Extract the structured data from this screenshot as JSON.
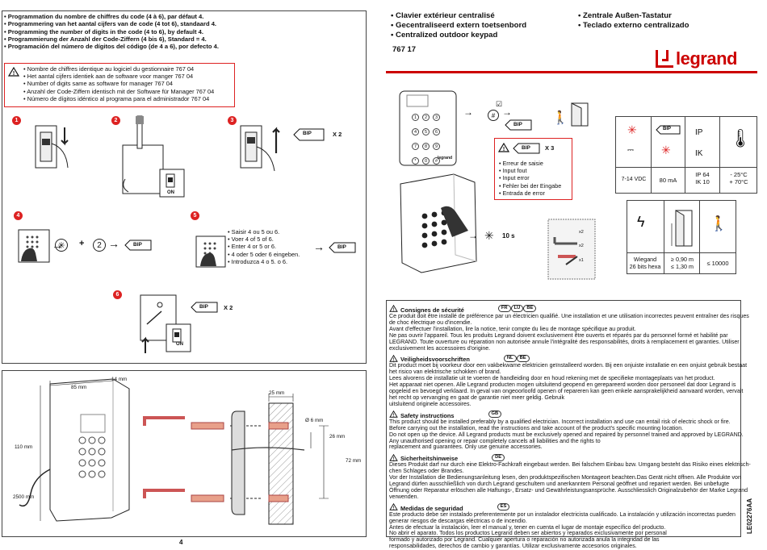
{
  "left": {
    "header_lines": [
      "• Programmation du nombre de chiffres du code (4 à 6), par défaut 4.",
      "• Programmering van het aantal cijfers van de code (4 tot 6), standaard 4.",
      "• Programming the number of digits in the code (4 to 6), by default 4.",
      "• Programmierung der Anzahl der Code-Ziffern (4 bis 6), Standard = 4.",
      "• Programación del número de dígitos del código  (de 4 a 6), por defecto 4."
    ],
    "warning_lines": [
      "• Nombre de chiffres identique au logiciel du gestionnaire 767 04",
      "• Het aantal cijfers identiek aan de software voor manger 767 04",
      "• Number of digits same as software for manager 767 04",
      "• Anzahl der Code-Ziffern identisch mit der Software für Manager 767 04",
      "• Número de dígitos idéntico al programa para el administrador 767 04"
    ],
    "steps": [
      "1",
      "2",
      "3",
      "4",
      "5",
      "6"
    ],
    "bip": "BIP",
    "x2": "X 2",
    "plus": "+",
    "two": "2",
    "on": "ON",
    "step5_lines": [
      "• Saisir 4 ou 5 ou 6.",
      "• Voer 4 of 5 of 6.",
      "• Enter 4 or 5 or 6.",
      "• 4 oder 5 oder  6 eingeben.",
      "• Introduzca 4 o 5. o 6."
    ],
    "dims": {
      "width": "85 mm",
      "depth": "14 mm",
      "height": "110 mm",
      "cable": "2500 mm",
      "wall": "25 mm",
      "hole": "Ø 6 mm",
      "h26": "26 mm",
      "h72": "72 mm"
    },
    "page_number": "4"
  },
  "right": {
    "titles_col1": [
      "• Clavier extérieur centralisé",
      "• Gecentraliseerd extern toetsenbord",
      "• Centralized outdoor keypad"
    ],
    "titles_col2": [
      "• Zentrale Außen-Tastatur",
      "• Teclado externo centralizado"
    ],
    "ref": "767 17",
    "logo": "legrand",
    "keypad_keys": [
      "1",
      "2",
      "3",
      "4",
      "5",
      "6",
      "7",
      "8",
      "9",
      "*",
      "0",
      "#"
    ],
    "error_x3": "X 3",
    "error_lines": [
      "• Erreur de saisie",
      "• Input fout",
      "• Input error",
      "• Fehler bei der Eingabe",
      "• Entrada de error"
    ],
    "ten_s": "10 s",
    "bag": [
      "x2",
      "x2",
      "x1"
    ],
    "specs": {
      "ip": "IP",
      "ik": "IK",
      "voltage": "7-14  VDC",
      "current": "80 mA",
      "ip_ik_values": "IP 64\nIK 10",
      "temp": "- 25°C\n+ 70°C",
      "wiegand": "Wiegand\n26 bits hexa",
      "distance": "≥ 0,90 m\n≤ 1,30 m",
      "cycles": "≤ 10000"
    },
    "safety": [
      {
        "title": "Consignes de sécurité",
        "langs": [
          "FR",
          "LU",
          "BE"
        ],
        "lines": [
          "Ce produit doit être installé de préférence par un électricien qualifié. Une installation et une utilisation incorrectes peuvent entraîner des risques",
          "de choc électrique ou d'incendie.",
          "Avant d'effectuer l'installation, lire la notice, tenir compte du lieu de montage spécifique au produit.",
          "Ne pas ouvrir l'appareil. Tous les produits Legrand doivent exclusivement être ouverts et réparés par du personnel formé et habilité par",
          "LEGRAND. Toute ouverture ou réparation non autorisée annule l'intégralité des responsabilités, droits à remplacement et garanties. Utiliser",
          "exclusivement les accessoires d'origine."
        ]
      },
      {
        "title": "Veiligheidsvoorschriften",
        "langs": [
          "NL",
          "BE"
        ],
        "lines": [
          "Dit product moet bij voorkeur door een vakbekwame elektricien geïnstalleerd worden. Bij een onjuiste installatie en een onjuist gebruik bestaat",
          "het risico van elektrische schokken of brand.",
          "Lees alvorens de installatie uit te voeren de handleiding door en houd rekening met de specifieke montageplaats van het product.",
          "Het apparaat niet openen. Alle Legrand producten mogen uitsluitend geopend en gerepareerd worden door personeel dat door Legrand is",
          "opgeleid en bevoegd verklaard. In geval van ongeoorloofd openen of repareren kan geen enkele aansprakelijkheid aanvaard worden, vervalt",
          "het recht op vervanging en gaat de garantie niet meer geldig. Gebruik",
          "uitsluitend originele accessoires."
        ]
      },
      {
        "title": "Safety instructions",
        "langs": [
          "GB"
        ],
        "lines": [
          "This product should be installed preferably by a qualified electrician. Incorrect installation and use can entail risk of electric shock or fire.",
          "Before carrying out the installation, read the instructions and take account of the product's specific mounting location.",
          "Do not open up the device. All Legrand products must be exclusively opened and repaired by personnel trained and approved by LEGRAND.",
          "Any unauthorised opening or repair completely cancels all liabilities and the rights to",
          "replacement and guarantees. Only use genuine accessories."
        ]
      },
      {
        "title": "Sicherheitshinweise",
        "langs": [
          "DE"
        ],
        "lines": [
          "Dieses Produkt darf nur durch eine Elektro-Fachkraft eingebaut werden. Bei falschem Einbau bzw. Umgang besteht das Risiko eines elektrisch-",
          "chen Schlages oder Brandes.",
          "Vor der Installation die Bedienungsanleitung lesen, den produktspezifischen Montageort beachten.Das Gerät nicht öffnen. Alle Produkte von",
          "Legrand dürfen ausschließlich von durch Legrand geschultem und anerkanntem Personal geöffnet und repariert werden. Bei unbefugte",
          "Öffnung oder Reparatur erlöschen alle Haftungs-, Ersatz- und Gewährleistungsansprüche. Ausschliesslich Originalzubehör der Marke Legrand",
          "verwenden."
        ]
      },
      {
        "title": "Medidas de seguridad",
        "langs": [
          "ES"
        ],
        "lines": [
          "Este producto debe ser instalado preferentemente por un instalador electricista cualificado. La instalación y utilización incorrectas pueden",
          "generar riesgos de descargas eléctricas o de incendio.",
          "Antes de efectuar la instalación, leer el manual y, tener en cuenta el lugar de montaje específico del producto.",
          "No abrir el aparato. Todos los productos Legrand deben ser abiertos y reparados exclusivamente por personal",
          "formado y autorizado por Legrand. Cualquier apertura o reparación no autorizada anula la integridad de las",
          "responsabilidades, derechos de cambio y garantías. Utilizar exclusivamente accesorios originales."
        ]
      }
    ],
    "doc_code": "LE02276AA"
  }
}
